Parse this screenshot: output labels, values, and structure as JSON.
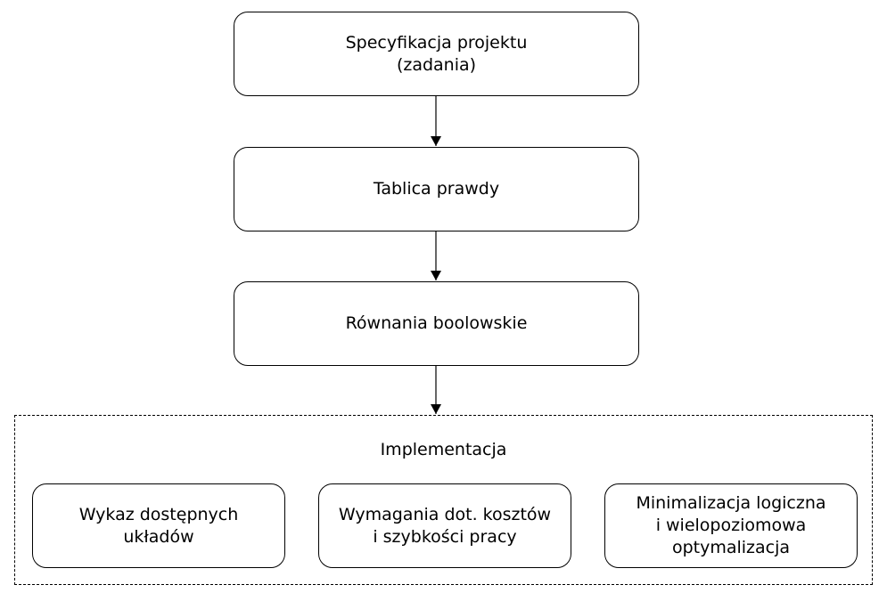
{
  "flow": {
    "spec": {
      "lines": [
        "Specyfikacja projektu",
        "(zadania)"
      ]
    },
    "truth_table": {
      "label": "Tablica prawdy"
    },
    "boolean": {
      "label": "Równania boolowskie"
    }
  },
  "implementation": {
    "title": "Implementacja",
    "items": [
      {
        "lines": [
          "Wykaz dostępnych",
          "układów"
        ]
      },
      {
        "lines": [
          "Wymagania dot. kosztów",
          "i szybkości pracy"
        ]
      },
      {
        "lines": [
          "Minimalizacja logiczna",
          "i wielopoziomowa",
          "optymalizacja"
        ]
      }
    ]
  }
}
